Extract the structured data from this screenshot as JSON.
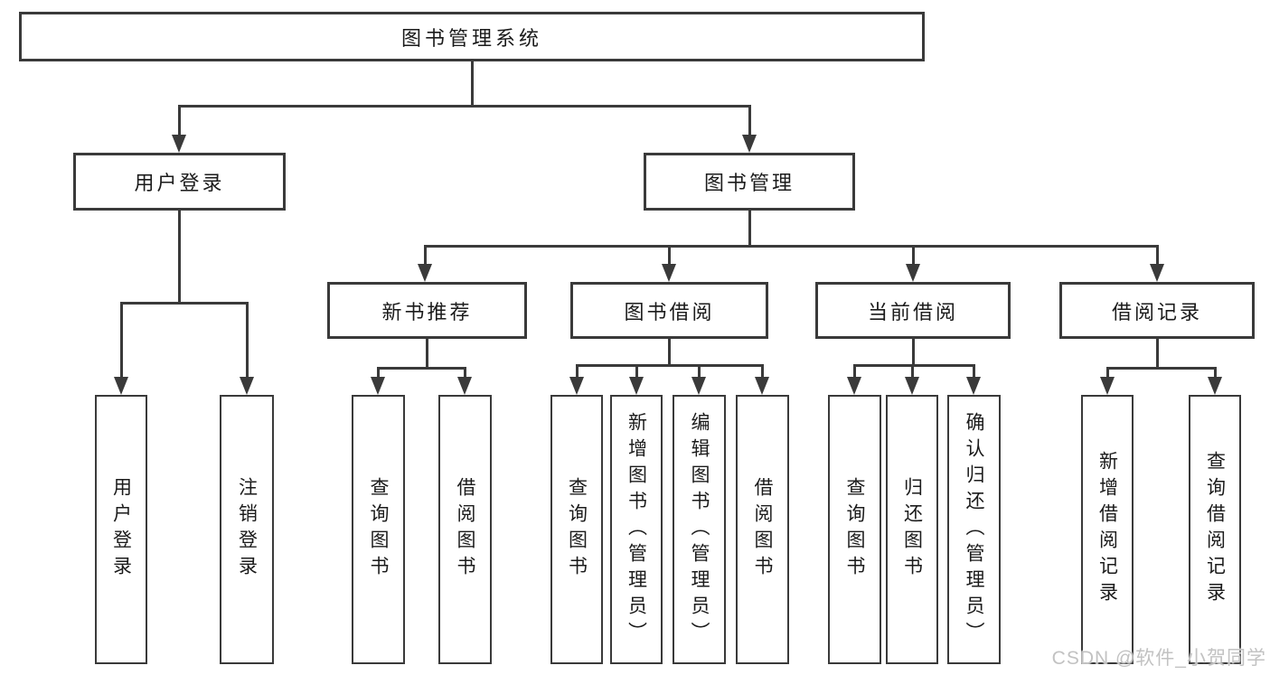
{
  "diagram_title": "图书管理系统",
  "branches": [
    {
      "label": "用户登录",
      "leaves": [
        "用户登录",
        "注销登录"
      ]
    },
    {
      "label": "图书管理",
      "modules": [
        {
          "label": "新书推荐",
          "leaves": [
            "查询图书",
            "借阅图书"
          ]
        },
        {
          "label": "图书借阅",
          "leaves": [
            "查询图书",
            "新增图书（管理员）",
            "编辑图书（管理员）",
            "借阅图书"
          ]
        },
        {
          "label": "当前借阅",
          "leaves": [
            "查询图书",
            "归还图书",
            "确认归还（管理员）"
          ]
        },
        {
          "label": "借阅记录",
          "leaves": [
            "新增借阅记录",
            "查询借阅记录"
          ]
        }
      ]
    }
  ],
  "watermark": "CSDN @软件_小贺同学",
  "colors": {
    "line": "#3a3a3a",
    "text": "#1b1b1b",
    "box_background": "#ffffff",
    "watermark": "#c2c2c2",
    "page_background": "#ffffff"
  }
}
